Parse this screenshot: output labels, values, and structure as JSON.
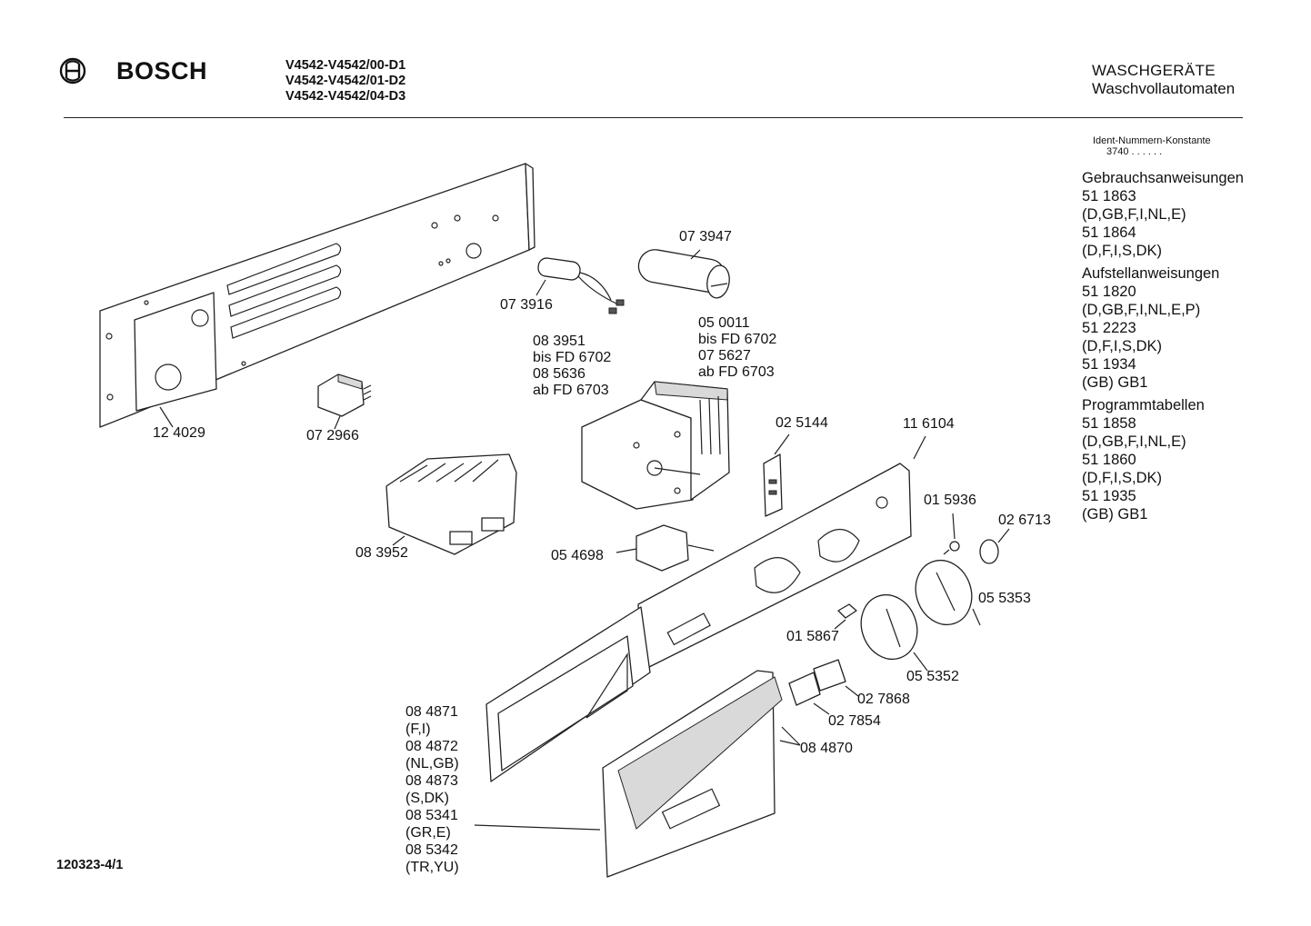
{
  "header": {
    "brand": "BOSCH",
    "models": [
      "V4542-V4542/00-D1",
      "V4542-V4542/01-D2",
      "V4542-V4542/04-D3"
    ],
    "category_title": "WASCHGERÄTE",
    "category_subtitle": "Waschvollautomaten"
  },
  "ident": {
    "label": "Ident-Nummern-Konstante",
    "value": "3740  . .   . . . ."
  },
  "documents": [
    {
      "title": "Gebrauchsanweisungen",
      "lines": [
        "51 1863",
        "(D,GB,F,I,NL,E)",
        "51 1864",
        "(D,F,I,S,DK)"
      ]
    },
    {
      "title": "Aufstellanweisungen",
      "lines": [
        "51 1820",
        "(D,GB,F,I,NL,E,P)",
        "51 2223",
        "(D,F,I,S,DK)",
        "51 1934",
        "(GB) GB1"
      ]
    },
    {
      "title": "Programmtabellen",
      "lines": [
        "51 1858",
        "(D,GB,F,I,NL,E)",
        "51 1860",
        "(D,F,I,S,DK)",
        "51 1935",
        "(GB) GB1"
      ]
    }
  ],
  "parts": {
    "p124029": "12 4029",
    "p072966": "07 2966",
    "p073916": "07 3916",
    "p073947": "07 3947",
    "p083951": [
      "08 3951",
      "bis FD 6702",
      "08 5636",
      "ab FD 6703"
    ],
    "p050011": [
      "05 0011",
      "bis FD 6702",
      "07 5627",
      "ab FD 6703"
    ],
    "p025144": "02 5144",
    "p116104": "11 6104",
    "p015936": "01 5936",
    "p026713": "02 6713",
    "p083952": "08 3952",
    "p054698": "05 4698",
    "p055353": "05 5353",
    "p015867": "01 5867",
    "p055352": "05 5352",
    "p027868": "02 7868",
    "p027854": "02 7854",
    "p084870": "08 4870",
    "p084871": [
      "08 4871",
      "(F,I)",
      "08 4872",
      "(NL,GB)",
      "08 4873",
      "(S,DK)",
      "08 5341",
      "(GR,E)",
      "08 5342",
      "(TR,YU)"
    ]
  },
  "footer": {
    "code": "120323-4/1"
  }
}
